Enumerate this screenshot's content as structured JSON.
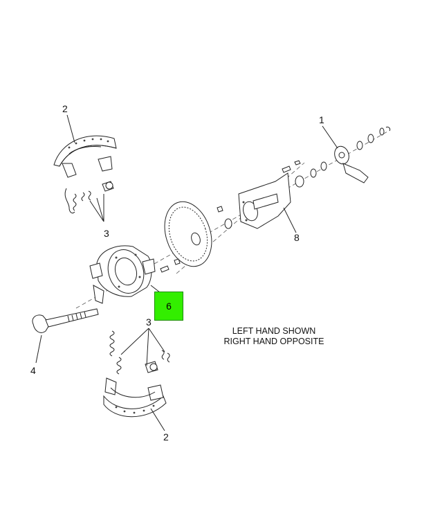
{
  "callouts": {
    "c1": "1",
    "c2_top": "2",
    "c2_bottom": "2",
    "c3_top": "3",
    "c3_bottom": "3",
    "c4": "4",
    "c6": "6",
    "c8": "8"
  },
  "note": {
    "line1": "LEFT HAND SHOWN",
    "line2": "RIGHT HAND OPPOSITE"
  },
  "colors": {
    "highlight": "#33ee00"
  }
}
